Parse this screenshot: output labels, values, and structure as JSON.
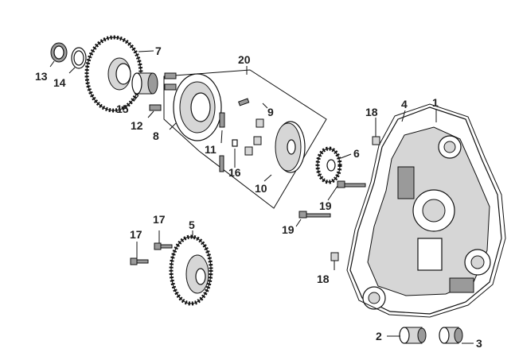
{
  "diagram": {
    "callouts": [
      {
        "id": "c1",
        "label": "1"
      },
      {
        "id": "c2",
        "label": "2"
      },
      {
        "id": "c3",
        "label": "3"
      },
      {
        "id": "c4",
        "label": "4"
      },
      {
        "id": "c5",
        "label": "5"
      },
      {
        "id": "c6",
        "label": "6"
      },
      {
        "id": "c7",
        "label": "7"
      },
      {
        "id": "c8",
        "label": "8"
      },
      {
        "id": "c9",
        "label": "9"
      },
      {
        "id": "c10",
        "label": "10"
      },
      {
        "id": "c11",
        "label": "11"
      },
      {
        "id": "c12",
        "label": "12"
      },
      {
        "id": "c13",
        "label": "13"
      },
      {
        "id": "c14",
        "label": "14"
      },
      {
        "id": "c15",
        "label": "15"
      },
      {
        "id": "c16",
        "label": "16"
      },
      {
        "id": "c17a",
        "label": "17"
      },
      {
        "id": "c17b",
        "label": "17"
      },
      {
        "id": "c18a",
        "label": "18"
      },
      {
        "id": "c18b",
        "label": "18"
      },
      {
        "id": "c19a",
        "label": "19"
      },
      {
        "id": "c19b",
        "label": "19"
      },
      {
        "id": "c20",
        "label": "20"
      }
    ]
  }
}
